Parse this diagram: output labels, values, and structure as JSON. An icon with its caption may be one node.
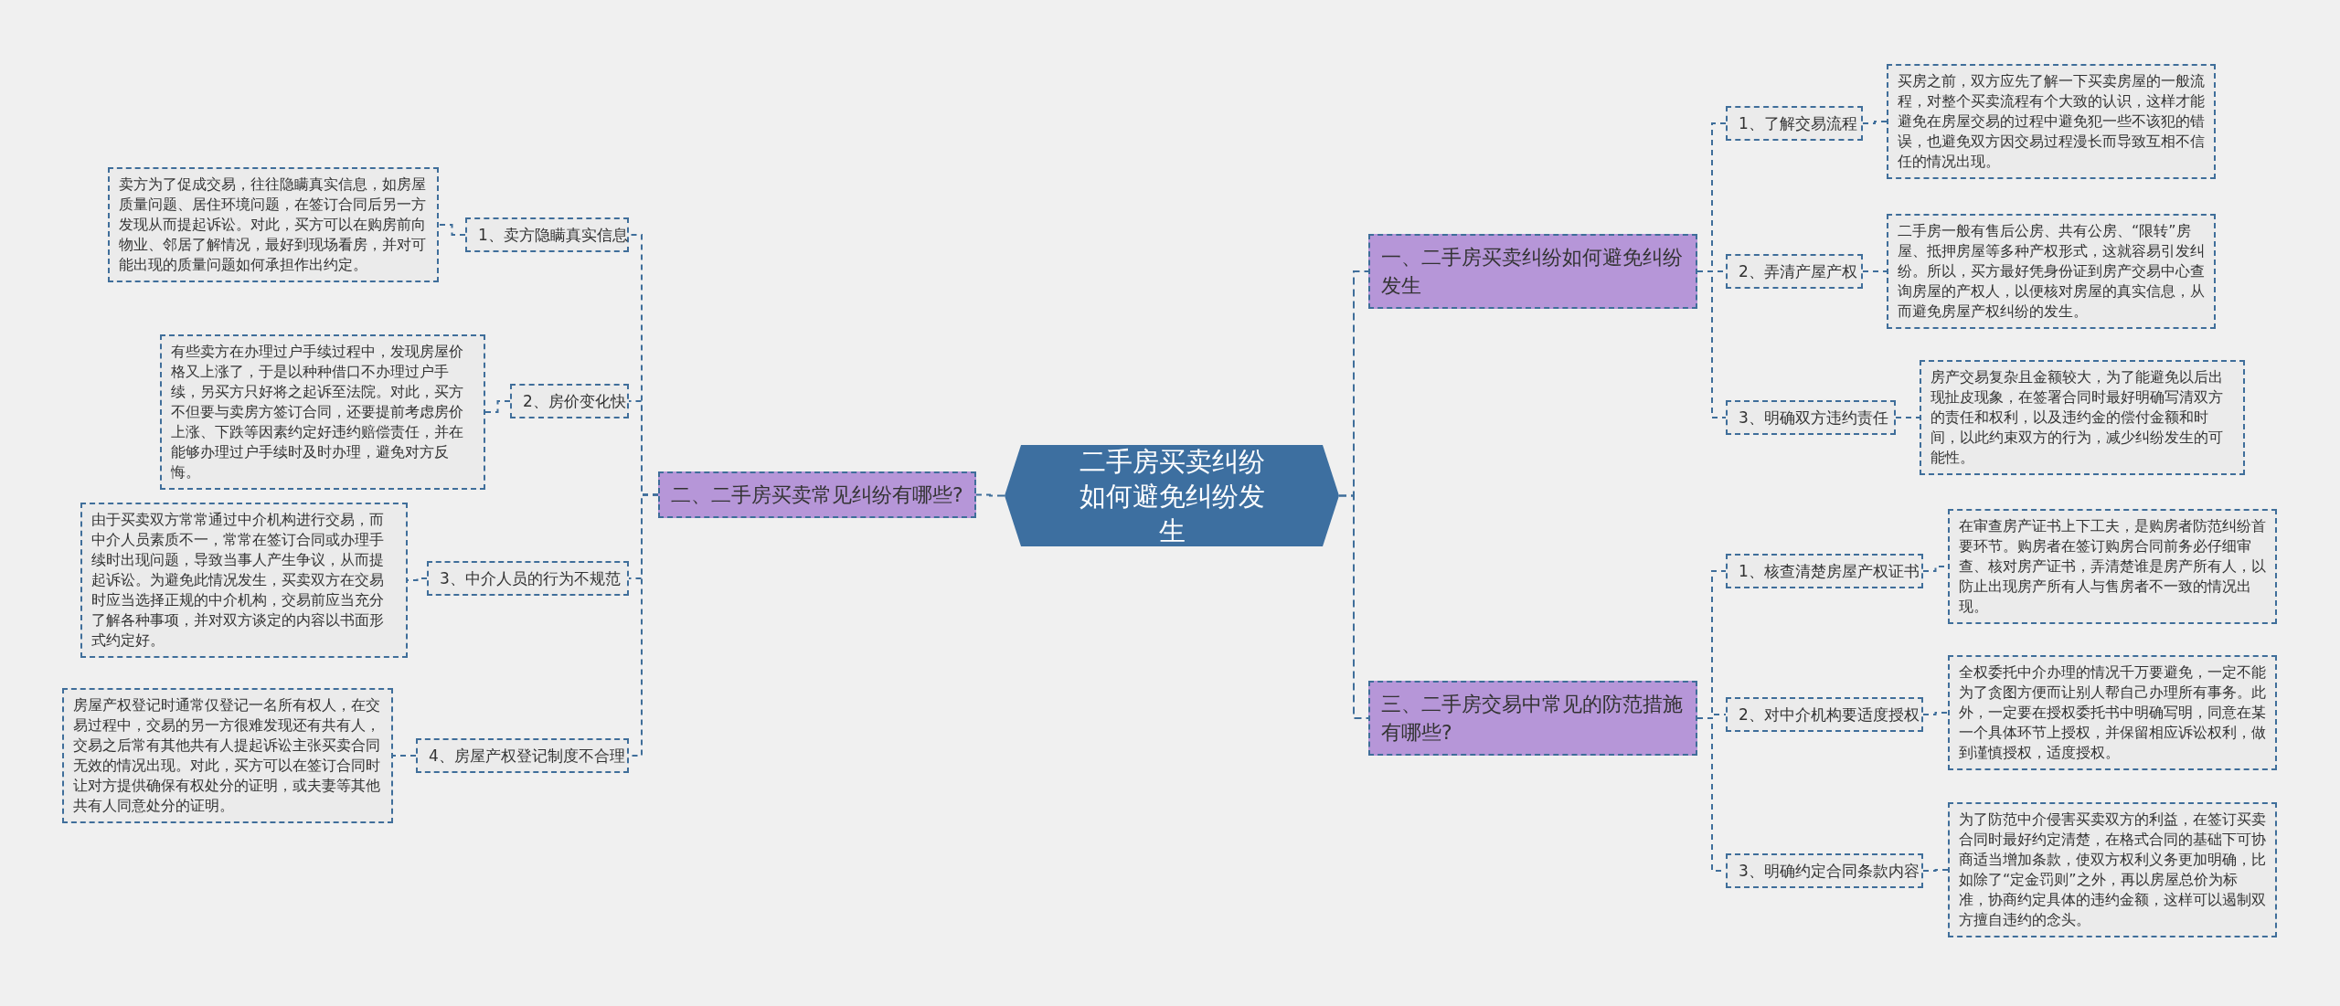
{
  "diagram": {
    "nodes": [
      {
        "text": [
          "二手房买卖纠纷如何避免纠纷发生"
        ]
      },
      {
        "text": [
          "二、二手房买卖常见纠纷有哪些?"
        ]
      },
      {
        "text": [
          "1、卖方隐瞒真实信息"
        ]
      },
      {
        "text": [
          "卖方为了促成交易，往往隐瞒真实信息，如房屋质量问题、居住环境问题，在签订合同后另一方发现从而提起诉讼。对此，买方可以在购房前向物业、邻居了解情况，最好到现场看房，并对可能出现的质量问题如何承担作出约定。"
        ]
      },
      {
        "text": [
          "2、房价变化快"
        ]
      },
      {
        "text": [
          "有些卖方在办理过户手续过程中，发现房屋价格又上涨了，于是以种种借口不办理过户手续，另买方只好将之起诉至法院。对此，买方不但要与卖房方签订合同，还要提前考虑房价上涨、下跌等因素约定好违约赔偿责任，并在能够办理过户手续时及时办理，避免对方反悔。"
        ]
      },
      {
        "text": [
          "3、中介人员的行为不规范"
        ]
      },
      {
        "text": [
          "由于买卖双方常常通过中介机构进行交易，而中介人员素质不一，常常在签订合同或办理手续时出现问题，导致当事人产生争议，从而提起诉讼。为避免此情况发生，买卖双方在交易时应当选择正规的中介机构，交易前应当充分了解各种事项，并对双方谈定的内容以书面形式约定好。"
        ]
      },
      {
        "text": [
          "4、房屋产权登记制度不合理"
        ]
      },
      {
        "text": [
          "房屋产权登记时通常仅登记一名所有权人，在交易过程中，交易的另一方很难发现还有共有人，交易之后常有其他共有人提起诉讼主张买卖合同无效的情况出现。对此，买方可以在签订合同时让对方提供确保有权处分的证明，或夫妻等其他共有人同意处分的证明。"
        ]
      },
      {
        "text": [
          "一、二手房买卖纠纷如何避免纠纷发生"
        ]
      },
      {
        "text": [
          "1、了解交易流程"
        ]
      },
      {
        "text": [
          "买房之前，双方应先了解一下买卖房屋的一般流程，对整个买卖流程有个大致的认识，这样才能避免在房屋交易的过程中避免犯一些不该犯的错误，也避免双方因交易过程漫长而导致互相不信任的情况出现。"
        ]
      },
      {
        "text": [
          "2、弄清产屋产权"
        ]
      },
      {
        "text": [
          "二手房一般有售后公房、共有公房、“限转”房屋、抵押房屋等多种产权形式，这就容易引发纠纷。所以，买方最好凭身份证到房产交易中心查询房屋的产权人，以便核对房屋的真实信息，从而避免房屋产权纠纷的发生。"
        ]
      },
      {
        "text": [
          "3、明确双方违约责任"
        ]
      },
      {
        "text": [
          "房产交易复杂且金额较大，为了能避免以后出现扯皮现象，在签署合同时最好明确写清双方的责任和权利，以及违约金的偿付金额和时间，以此约束双方的行为，减少纠纷发生的可能性。"
        ]
      },
      {
        "text": [
          "三、二手房交易中常见的防范措施有哪些?"
        ]
      },
      {
        "text": [
          "1、核查清楚房屋产权证书"
        ]
      },
      {
        "text": [
          "在审查房产证书上下工夫，是购房者防范纠纷首要环节。购房者在签订购房合同前务必仔细审查、核对房产证书，弄清楚谁是房产所有人，以防止出现房产所有人与售房者不一致的情况出现。"
        ]
      },
      {
        "text": [
          "2、对中介机构要适度授权"
        ]
      },
      {
        "text": [
          "全权委托中介办理的情况千万要避免，一定不能为了贪图方便而让别人帮自己办理所有事务。此外，一定要在授权委托书中明确写明，同意在某一个具体环节上授权，并保留相应诉讼权利，做到谨慎授权，适度授权。"
        ]
      },
      {
        "text": [
          "3、明确约定合同条款内容"
        ]
      },
      {
        "text": [
          "为了防范中介侵害买卖双方的利益，在签订买卖合同时最好约定清楚，在格式合同的基础下可协商适当增加条款，使双方权利义务更加明确，比如除了“定金罚则”之外，再以房屋总价为标准，协商约定具体的违约金额，这样可以遏制双方擅自违约的念头。"
        ]
      }
    ],
    "edges": [
      {
        "from": 0,
        "to": 1,
        "arrow": "none"
      },
      {
        "from": 1,
        "to": 2,
        "arrow": "none"
      },
      {
        "from": 2,
        "to": 3,
        "arrow": "none"
      },
      {
        "from": 1,
        "to": 4,
        "arrow": "none"
      },
      {
        "from": 4,
        "to": 5,
        "arrow": "none"
      },
      {
        "from": 1,
        "to": 6,
        "arrow": "none"
      },
      {
        "from": 6,
        "to": 7,
        "arrow": "none"
      },
      {
        "from": 1,
        "to": 8,
        "arrow": "none"
      },
      {
        "from": 8,
        "to": 9,
        "arrow": "none"
      },
      {
        "from": 0,
        "to": 10,
        "arrow": "none"
      },
      {
        "from": 10,
        "to": 11,
        "arrow": "none"
      },
      {
        "from": 11,
        "to": 12,
        "arrow": "none"
      },
      {
        "from": 10,
        "to": 13,
        "arrow": "none"
      },
      {
        "from": 13,
        "to": 14,
        "arrow": "none"
      },
      {
        "from": 10,
        "to": 15,
        "arrow": "none"
      },
      {
        "from": 15,
        "to": 16,
        "arrow": "none"
      },
      {
        "from": 0,
        "to": 17,
        "arrow": "none"
      },
      {
        "from": 17,
        "to": 18,
        "arrow": "none"
      },
      {
        "from": 18,
        "to": 19,
        "arrow": "none"
      },
      {
        "from": 17,
        "to": 20,
        "arrow": "none"
      },
      {
        "from": 20,
        "to": 21,
        "arrow": "none"
      },
      {
        "from": 17,
        "to": 22,
        "arrow": "none"
      },
      {
        "from": 22,
        "to": 23,
        "arrow": "none"
      }
    ]
  }
}
